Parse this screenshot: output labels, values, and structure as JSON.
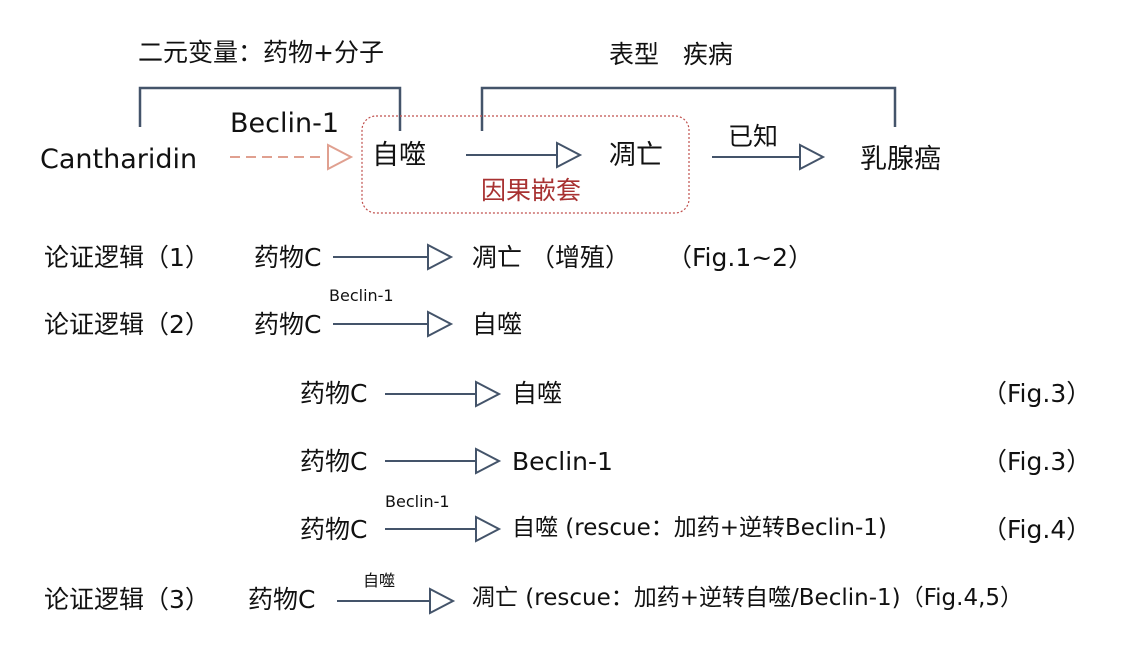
{
  "header": {
    "left_title": "二元变量：药物+分子",
    "right_title": "表型   疾病"
  },
  "top_chain": {
    "drug": "Cantharidin",
    "drug_arrow_label": "Beclin-1",
    "autophagy": "自噬",
    "apoptosis": "凋亡",
    "known_label": "已知",
    "cancer": "乳腺癌",
    "box_label": "因果嵌套"
  },
  "rows": {
    "r1": {
      "title": "论证逻辑（1）",
      "drug": "药物C",
      "target": "凋亡 （增殖）",
      "ref": "（Fig.1~2）"
    },
    "r2": {
      "title": "论证逻辑（2）",
      "drug": "药物C",
      "arrow_label": "Beclin-1",
      "target": "自噬"
    },
    "r3": {
      "drug": "药物C",
      "target": "自噬",
      "ref": "（Fig.3）"
    },
    "r4": {
      "drug": "药物C",
      "target": "Beclin-1",
      "ref": "（Fig.3）"
    },
    "r5": {
      "drug": "药物C",
      "arrow_label": "Beclin-1",
      "target": "自噬 (rescue：加药+逆转Beclin-1)",
      "ref": "（Fig.4）"
    },
    "r6": {
      "title": "论证逻辑（3）",
      "drug": "药物C",
      "arrow_label": "自噬",
      "target": "凋亡 (rescue：加药+逆转自噬/Beclin-1)（Fig.4,5）"
    }
  },
  "colors": {
    "line": "#44546a",
    "dashed_arrow": "#e0a090",
    "box_border": "#c0504d",
    "box_label": "#a83232"
  }
}
